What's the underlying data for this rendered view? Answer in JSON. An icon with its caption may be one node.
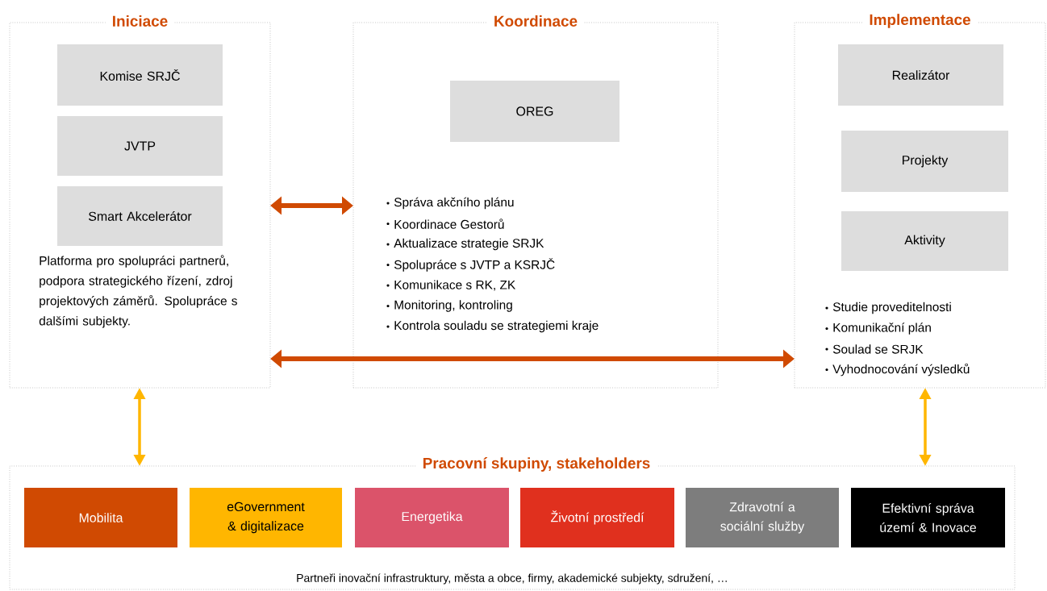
{
  "diagram": {
    "nodes": [
      {
        "text": [
          "Iniciace",
          "Platforma pro spolupráci partnerů, podpora strategického řízení, zdroj projektových záměrů. Spolupráce s dalšími subjekty."
        ]
      },
      {
        "text": [
          "Komise SRJČ"
        ],
        "in": 0
      },
      {
        "text": [
          "JVTP"
        ],
        "in": 0
      },
      {
        "text": [
          "Smart Akcelerátor"
        ],
        "in": 0
      },
      {
        "text": [
          "Koordinace",
          "Správa akčního plánu",
          "Koordinace Gestorů",
          "Aktualizace strategie SRJK",
          "Spolupráce s JVTP a KSRJČ",
          "Komunikace s RK, ZK",
          "Monitoring, kontroling",
          "Kontrola souladu se strategiemi kraje"
        ]
      },
      {
        "text": [
          "OREG"
        ],
        "in": 4
      },
      {
        "text": [
          "Implementace",
          "Studie proveditelnosti",
          "Komunikační plán",
          "Soulad se SRJK",
          "Vyhodnocování výsledků"
        ]
      },
      {
        "text": [
          "Realizátor"
        ],
        "in": 6
      },
      {
        "text": [
          "Projekty"
        ],
        "in": 6
      },
      {
        "text": [
          "Aktivity"
        ],
        "in": 6
      },
      {
        "text": [
          "Pracovní skupiny, stakeholders",
          "Partneři inovační infrastruktury, města a obce, firmy, akademické subjekty, sdružení, …"
        ]
      },
      {
        "text": [
          "Mobilita"
        ],
        "in": 10
      },
      {
        "text": [
          "eGovernment & digitalizace"
        ],
        "in": 10
      },
      {
        "text": [
          "Energetika"
        ],
        "in": 10
      },
      {
        "text": [
          "Životní prostředí"
        ],
        "in": 10
      },
      {
        "text": [
          "Zdravotní a sociální služby"
        ],
        "in": 10
      },
      {
        "text": [
          "Efektivní správa území & Inovace"
        ],
        "in": 10
      }
    ],
    "edges": [
      {
        "from": 0,
        "to": 4,
        "arrow": "both",
        "color": "#d04a02"
      },
      {
        "from": 0,
        "to": 6,
        "arrow": "both",
        "color": "#d04a02"
      },
      {
        "from": 0,
        "to": 10,
        "arrow": "both",
        "color": "#ffb600"
      },
      {
        "from": 6,
        "to": 10,
        "arrow": "both",
        "color": "#ffb600"
      }
    ]
  }
}
